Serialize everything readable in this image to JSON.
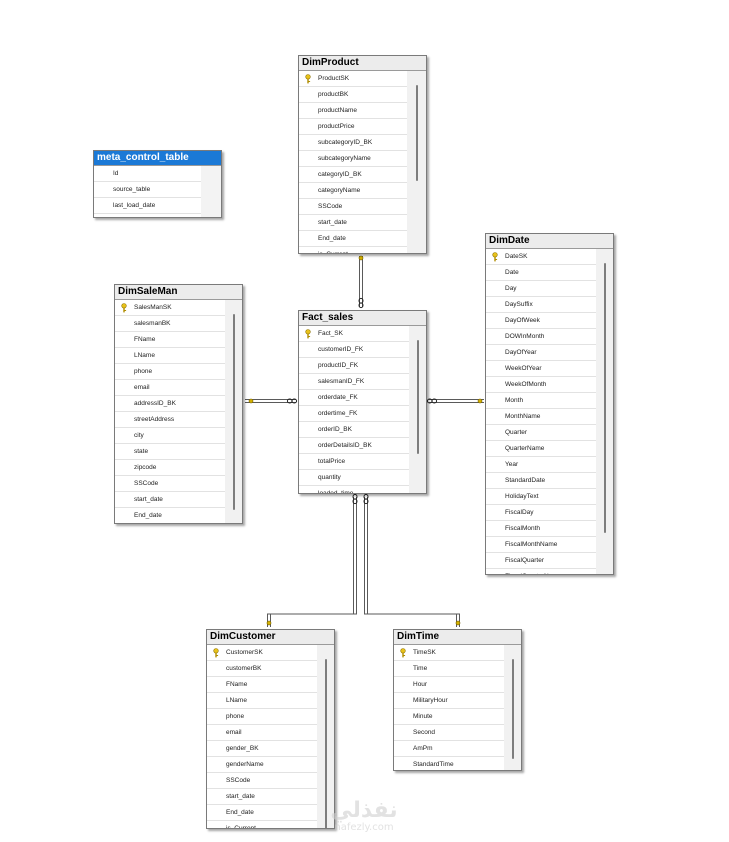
{
  "tables": [
    {
      "id": "meta_control_table",
      "title": "meta_control_table",
      "selected": true,
      "columns": [
        "Id",
        "source_table",
        "last_load_date"
      ],
      "keys": []
    },
    {
      "id": "DimProduct",
      "title": "DimProduct",
      "columns": [
        "ProductSK",
        "productBK",
        "productName",
        "productPrice",
        "subcategoryID_BK",
        "subcategoryName",
        "categoryID_BK",
        "categoryName",
        "SSCode",
        "start_date",
        "End_date",
        "is_Current"
      ],
      "keys": [
        0
      ]
    },
    {
      "id": "DimDate",
      "title": "DimDate",
      "columns": [
        "DateSK",
        "Date",
        "Day",
        "DaySuffix",
        "DayOfWeek",
        "DOWInMonth",
        "DayOfYear",
        "WeekOfYear",
        "WeekOfMonth",
        "Month",
        "MonthName",
        "Quarter",
        "QuarterName",
        "Year",
        "StandardDate",
        "HolidayText",
        "FiscalDay",
        "FiscalMonth",
        "FiscalMonthName",
        "FiscalQuarter",
        "FiscalQuarterName"
      ],
      "keys": [
        0
      ]
    },
    {
      "id": "DimSaleMan",
      "title": "DimSaleMan",
      "columns": [
        "SalesManSK",
        "salesmanBK",
        "FName",
        "LName",
        "phone",
        "email",
        "addressID_BK",
        "streetAddress",
        "city",
        "state",
        "zipcode",
        "SSCode",
        "start_date",
        "End_date"
      ],
      "keys": [
        0
      ]
    },
    {
      "id": "Fact_sales",
      "title": "Fact_sales",
      "columns": [
        "Fact_SK",
        "customerID_FK",
        "productID_FK",
        "salesmanID_FK",
        "orderdate_FK",
        "ordertime_FK",
        "orderID_BK",
        "orderDetailsID_BK",
        "totalPrice",
        "quantity",
        "loaded_time"
      ],
      "keys": [
        0
      ]
    },
    {
      "id": "DimCustomer",
      "title": "DimCustomer",
      "columns": [
        "CustomerSK",
        "customerBK",
        "FName",
        "LName",
        "phone",
        "email",
        "gender_BK",
        "genderName",
        "SSCode",
        "start_date",
        "End_date",
        "is_Current"
      ],
      "keys": [
        0
      ]
    },
    {
      "id": "DimTime",
      "title": "DimTime",
      "columns": [
        "TimeSK",
        "Time",
        "Hour",
        "MilitaryHour",
        "Minute",
        "Second",
        "AmPm",
        "StandardTime"
      ],
      "keys": [
        0
      ]
    }
  ],
  "watermark": {
    "brand": "نفذلي",
    "url": "nafezly.com"
  },
  "colors": {
    "selected_header": "#1b79d6",
    "connector": "#5a5a5a",
    "key_icon": "#d4b100"
  }
}
